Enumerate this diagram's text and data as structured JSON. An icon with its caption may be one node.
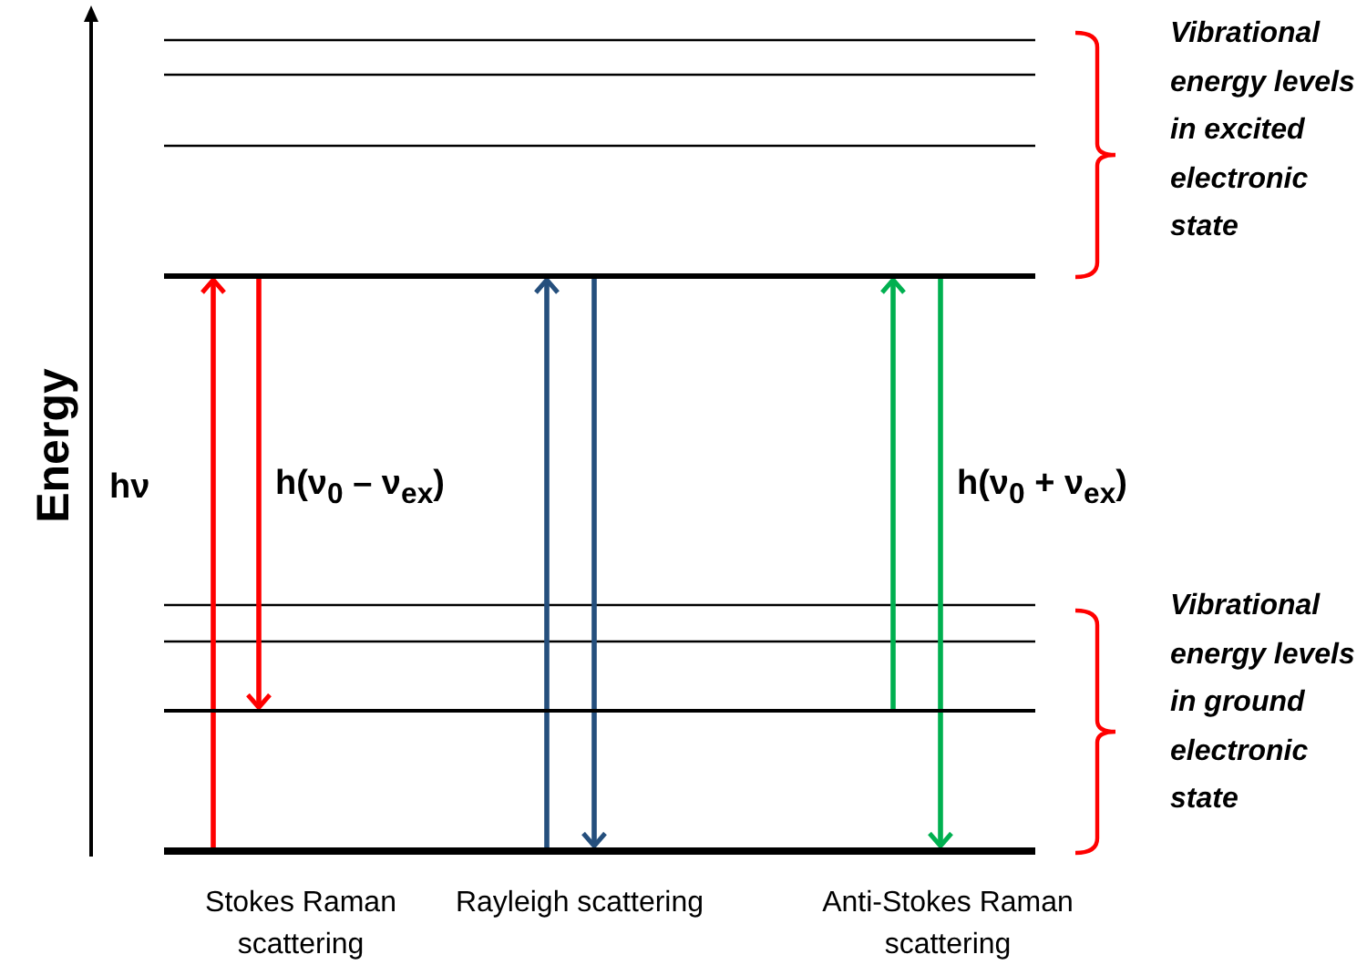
{
  "diagram": {
    "nodes": [
      {
        "text": [],
        "shape": "bar"
      },
      {
        "text": [],
        "shape": "bar"
      },
      {
        "text": [],
        "shape": "bar"
      }
    ],
    "edges": [
      {
        "from": 2,
        "to": 0,
        "arrow": "to",
        "color": "#ff0000"
      },
      {
        "from": 0,
        "to": 1,
        "arrow": "to",
        "color": "#ff0000"
      },
      {
        "from": 2,
        "to": 0,
        "arrow": "to",
        "color": "#254f7d"
      },
      {
        "from": 0,
        "to": 2,
        "arrow": "to",
        "color": "#254f7d"
      },
      {
        "from": 1,
        "to": 0,
        "arrow": "to",
        "color": "#00b050"
      },
      {
        "from": 0,
        "to": 2,
        "arrow": "to",
        "color": "#00b050"
      }
    ],
    "labels": [
      "Vibrational energy levels in excited electronic state",
      "Energy",
      "hν",
      "h(ν$_{0}$ – ν$_{ex}$)",
      "h(ν$_{0}$ + ν$_{ex}$)",
      "Vibrational energy levels in ground electronic state",
      "Stokes Raman scattering",
      "Rayleigh scattering",
      "Anti-Stokes Raman scattering"
    ]
  }
}
